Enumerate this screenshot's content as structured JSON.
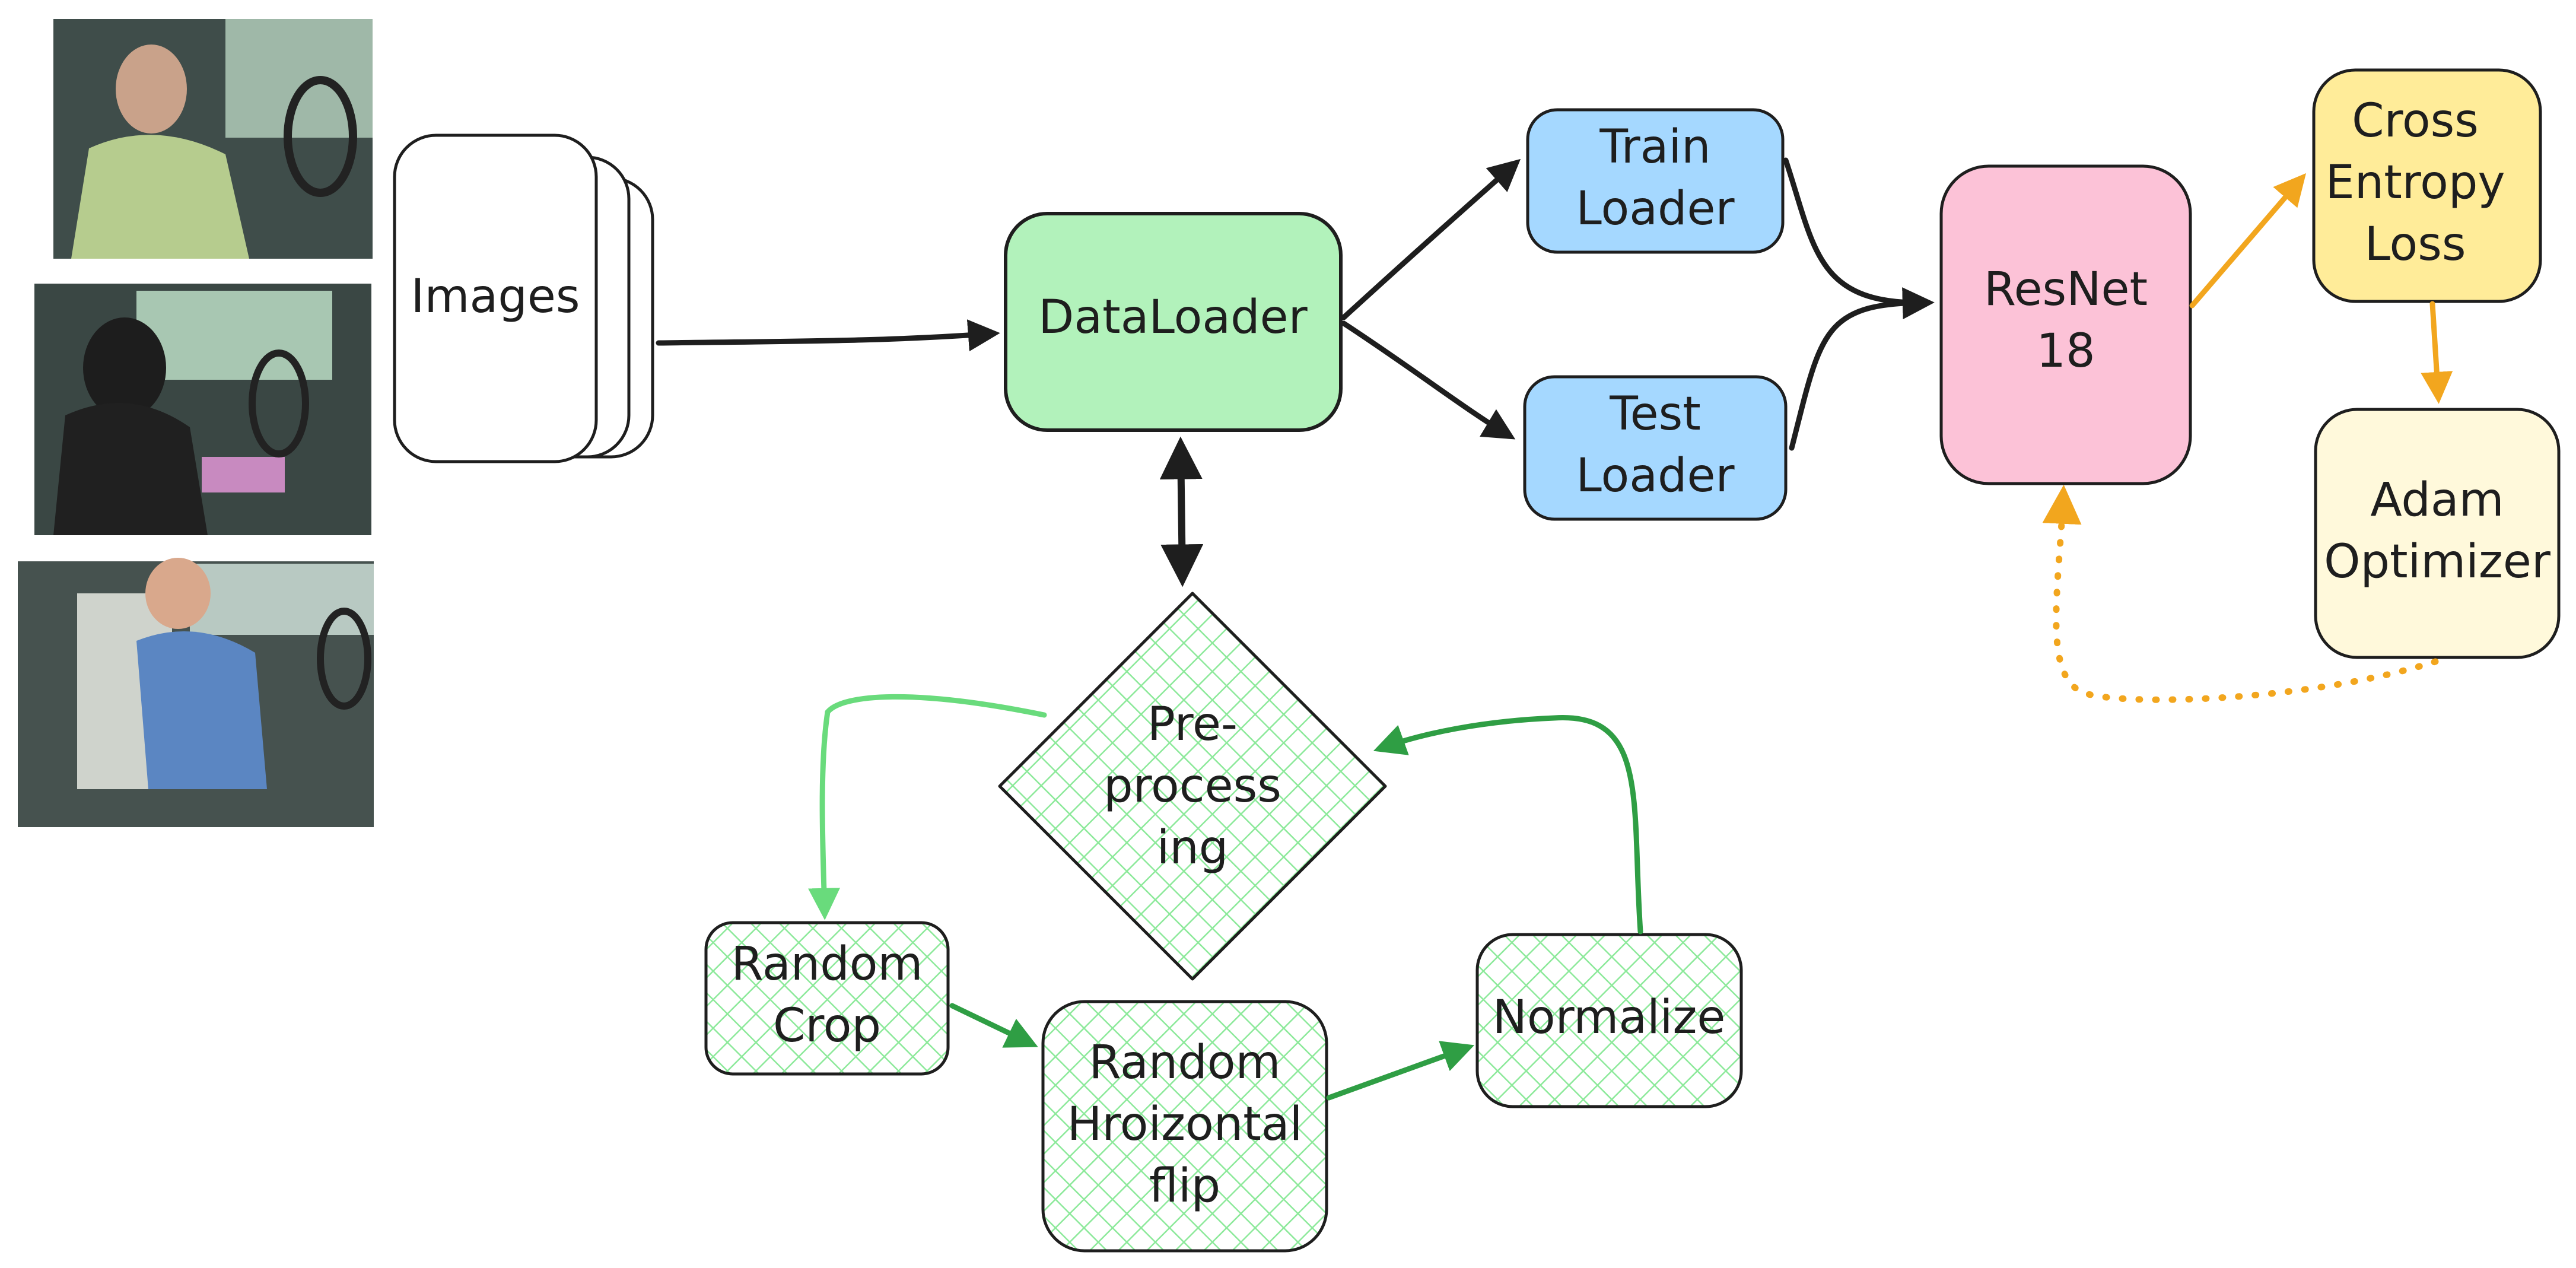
{
  "colors": {
    "stroke": "#1e1e1e",
    "dataloader_fill": "#b2f2bb",
    "loader_fill": "#a5d8ff",
    "resnet_fill": "#fcc2d7",
    "loss_fill": "#ffec99",
    "optimizer_fill": "#fff9db",
    "hatch_fill": "#b2f2bb",
    "green_arrow": "#2f9e44",
    "light_green_arrow": "#69db7c",
    "orange_arrow": "#f2a61e"
  },
  "photos": [
    {
      "name": "driver-photo-1",
      "caption": ""
    },
    {
      "name": "driver-photo-2",
      "caption": ""
    },
    {
      "name": "driver-photo-3",
      "caption": ""
    }
  ],
  "nodes": {
    "images": {
      "lines": [
        "Images"
      ]
    },
    "dataloader": {
      "lines": [
        "DataLoader"
      ]
    },
    "train_loader": {
      "lines": [
        "Train",
        "Loader"
      ]
    },
    "test_loader": {
      "lines": [
        "Test",
        "Loader"
      ]
    },
    "resnet": {
      "lines": [
        "ResNet",
        "18"
      ]
    },
    "cross_entropy": {
      "lines": [
        "Cross",
        "Entropy",
        "Loss"
      ]
    },
    "adam": {
      "lines": [
        "Adam",
        "Optimizer"
      ]
    },
    "preprocessing": {
      "lines": [
        "Pre-",
        "process",
        "ing"
      ]
    },
    "random_crop": {
      "lines": [
        "Random",
        "Crop"
      ]
    },
    "random_flip": {
      "lines": [
        "Random",
        "Hroizontal",
        "flip"
      ]
    },
    "normalize": {
      "lines": [
        "Normalize"
      ]
    }
  }
}
